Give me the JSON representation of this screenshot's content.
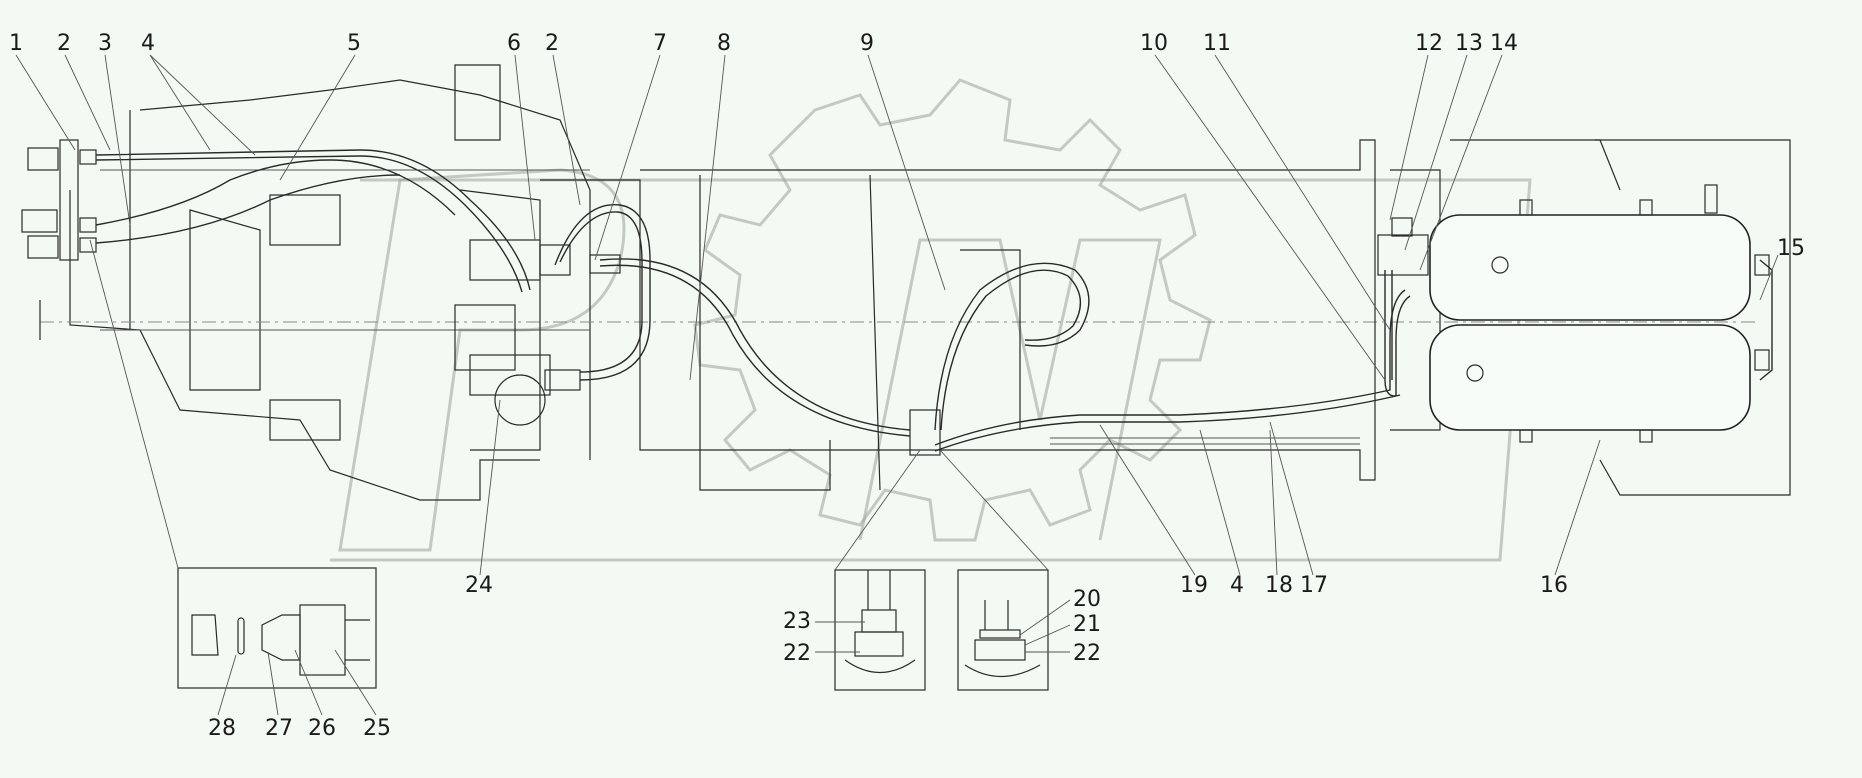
{
  "callouts": [
    "1",
    "2",
    "3",
    "4",
    "5",
    "6",
    "2",
    "7",
    "8",
    "9",
    "10",
    "11",
    "12",
    "13",
    "14",
    "15",
    "16",
    "17",
    "18",
    "4",
    "19",
    "20",
    "21",
    "22",
    "22",
    "23",
    "24",
    "25",
    "26",
    "27",
    "28"
  ],
  "colors": {
    "background": "#f3faf3",
    "line": "#2a2a2a",
    "watermark": "#9aa39a"
  }
}
